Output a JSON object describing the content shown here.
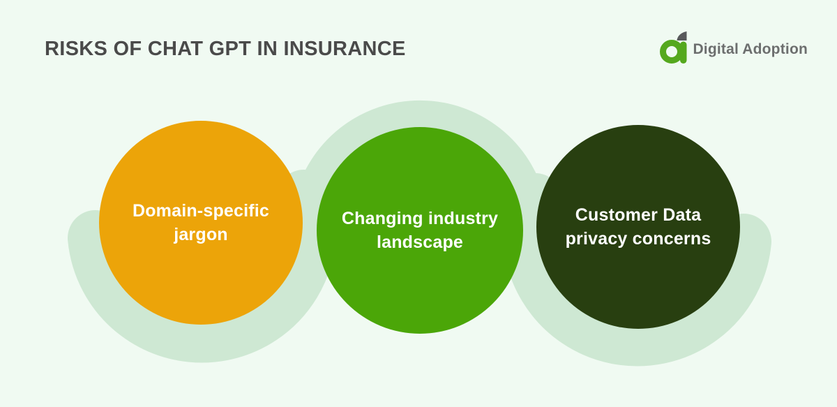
{
  "header": {
    "title": "RISKS OF CHAT GPT IN INSURANCE"
  },
  "logo": {
    "brand": "Digital Adoption",
    "icon": "digital-adoption-a-mark"
  },
  "risks": [
    {
      "label": "Domain-specific\njargon",
      "color": "#ECA409"
    },
    {
      "label": "Changing industry\nlandscape",
      "color": "#4BA608"
    },
    {
      "label": "Customer Data\nprivacy concerns",
      "color": "#283F10"
    }
  ],
  "colors": {
    "background": "#F0FAF2",
    "ribbon": "#CEE8D3",
    "title_text": "#4A4A4A",
    "circle_text": "#FFFFFF",
    "logo_text": "#6C6E6E",
    "logo_mark_green": "#55A81E",
    "logo_mark_leaf": "#58595B"
  }
}
